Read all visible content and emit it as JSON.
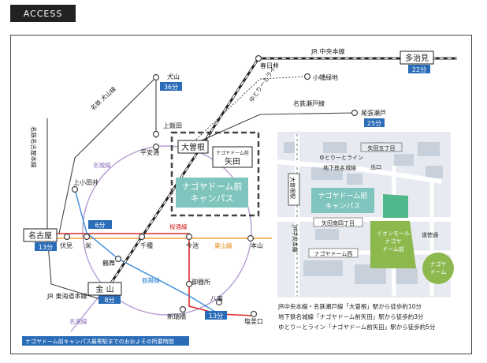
{
  "header": {
    "title": "ACCESS"
  },
  "lines": {
    "jr_chuo": "JR 中央本線",
    "meitetsu_inuyama": "名鉄 犬山線",
    "meitetsu_seto": "名鉄瀬戸線",
    "meitetsu_nagoya": "名鉄名古屋本線",
    "meijo": "名城線",
    "sakuradori": "桜通線",
    "higashiyama": "東山線",
    "tsurumai": "鶴舞線",
    "meiko": "名港線",
    "tokaido": "JR 東海道本線",
    "yutorito": "ゆとりーとライン"
  },
  "stations": {
    "tajimi": "多治見",
    "tajimi_time": "22分",
    "kasugai": "春日井",
    "inuyama": "犬山",
    "inuyama_time": "36分",
    "komakiyama": "小幡緑地",
    "owariseto": "尾張瀬戸",
    "owariseto_time": "25分",
    "kamiiida": "上飯田",
    "heiandori": "平安通",
    "ozone": "大曽根",
    "nagoyadome": "ナゴヤドーム前",
    "yada": "矢田",
    "kamiotai": "上小田井",
    "nagoya": "名古屋",
    "nagoya_time": "13分",
    "fushimi": "伏見",
    "sakae": "栄",
    "chikusa": "千種",
    "imaike": "今池",
    "motoyama": "本山",
    "tsurumai": "鶴舞",
    "gokiso": "御器所",
    "kanayama": "金 山",
    "kanayama_time": "8分",
    "yagoto": "八事",
    "yagoto_time": "13分",
    "aratamabashi": "新瑞橋",
    "shiogamaguchi": "塩釜口",
    "six_min": "6分"
  },
  "campus": {
    "line1": "ナゴヤドーム前",
    "line2": "キャンパス"
  },
  "inset": {
    "yutorito": "ゆとりーとライン",
    "underground": "地下鉄名城線",
    "yada5": "矢田五丁目",
    "exit": "出口",
    "ozone": "大曽根駅",
    "jrchuo": "JR中央本線",
    "yadaminami": "矢田南四丁目",
    "dome_west": "ナゴヤドーム西",
    "aeon_1": "イオンモール",
    "aeon_2": "ナゴヤ",
    "aeon_3": "ドーム前",
    "dome_1": "ナゴヤ",
    "dome_2": "ドーム",
    "dome_east": "道徳通"
  },
  "notes": [
    "JR中央本線・名鉄瀬戸線「大曽根」駅から徒歩約10分",
    "地下鉄名城線「ナゴヤドーム前矢田」駅から徒歩約3分",
    "ゆとりーとライン「ナゴヤドーム前矢田」駅から徒歩約5分"
  ],
  "footer": "ナゴヤドーム前キャンパス最寄駅までのおおよその所要時間"
}
